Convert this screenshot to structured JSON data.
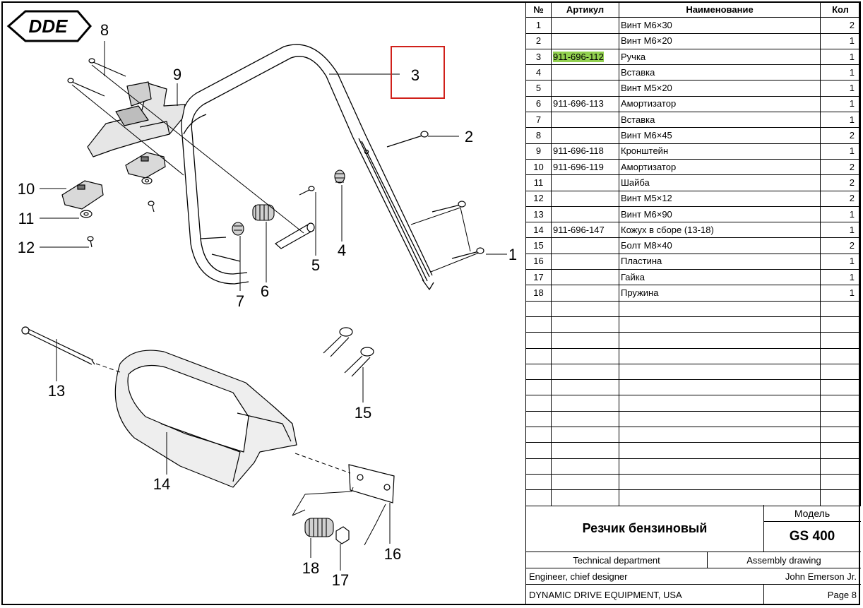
{
  "logo": {
    "text": "DDE"
  },
  "table": {
    "headers": {
      "no": "№",
      "article": "Артикул",
      "name": "Наименование",
      "qty": "Кол"
    },
    "rows": [
      {
        "no": "1",
        "article": "",
        "name": "Винт М6×30",
        "qty": "2"
      },
      {
        "no": "2",
        "article": "",
        "name": "Винт М6×20",
        "qty": "1"
      },
      {
        "no": "3",
        "article": "911-696-112",
        "name": "Ручка",
        "qty": "1"
      },
      {
        "no": "4",
        "article": "",
        "name": "Вставка",
        "qty": "1"
      },
      {
        "no": "5",
        "article": "",
        "name": "Винт М5×20",
        "qty": "1"
      },
      {
        "no": "6",
        "article": "911-696-113",
        "name": "Амортизатор",
        "qty": "1"
      },
      {
        "no": "7",
        "article": "",
        "name": "Вставка",
        "qty": "1"
      },
      {
        "no": "8",
        "article": "",
        "name": "Винт М6×45",
        "qty": "2"
      },
      {
        "no": "9",
        "article": "911-696-118",
        "name": "Кронштейн",
        "qty": "1"
      },
      {
        "no": "10",
        "article": "911-696-119",
        "name": "Амортизатор",
        "qty": "2"
      },
      {
        "no": "11",
        "article": "",
        "name": "Шайба",
        "qty": "2"
      },
      {
        "no": "12",
        "article": "",
        "name": "Винт М5×12",
        "qty": "2"
      },
      {
        "no": "13",
        "article": "",
        "name": "Винт М6×90",
        "qty": "1"
      },
      {
        "no": "14",
        "article": "911-696-147",
        "name": "Кожух в сборе (13-18)",
        "qty": "1"
      },
      {
        "no": "15",
        "article": "",
        "name": "Болт М8×40",
        "qty": "2"
      },
      {
        "no": "16",
        "article": "",
        "name": "Пластина",
        "qty": "1"
      },
      {
        "no": "17",
        "article": "",
        "name": "Гайка",
        "qty": "1"
      },
      {
        "no": "18",
        "article": "",
        "name": "Пружина",
        "qty": "1"
      }
    ],
    "highlight_color": "#92d050"
  },
  "title_block": {
    "product_name": "Резчик бензиновый",
    "model_label": "Модель",
    "model": "GS 400",
    "department": "Technical department",
    "drawing_type": "Assembly drawing",
    "role": "Engineer, chief designer",
    "designer": "John Emerson Jr.",
    "company": "DYNAMIC DRIVE EQUIPMENT, USA",
    "page": "Page 8"
  },
  "callouts": [
    "1",
    "2",
    "3",
    "4",
    "5",
    "6",
    "7",
    "8",
    "9",
    "10",
    "11",
    "12",
    "13",
    "14",
    "15",
    "16",
    "17",
    "18"
  ],
  "highlight_box_color": "#d0201a"
}
